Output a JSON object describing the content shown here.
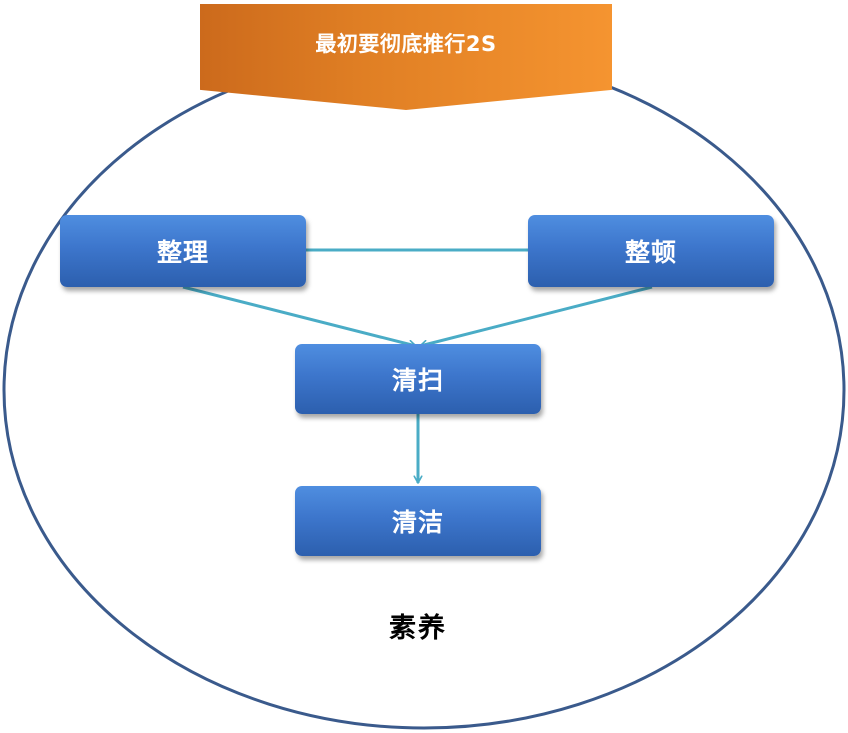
{
  "banner": {
    "text": "最初要彻底推行2S"
  },
  "boxes": {
    "zhengli": "整理",
    "zhengdun": "整顿",
    "qingsao": "清扫",
    "qingjie": "清洁"
  },
  "footer": {
    "label": "素养"
  },
  "colors": {
    "ellipse_stroke": "#3a5a8c",
    "arrow": "#4aacc6",
    "box_top": "#4f8ee0",
    "box_bottom": "#2c5fae",
    "banner_left": "#cc6a1c",
    "banner_right": "#f59430"
  }
}
